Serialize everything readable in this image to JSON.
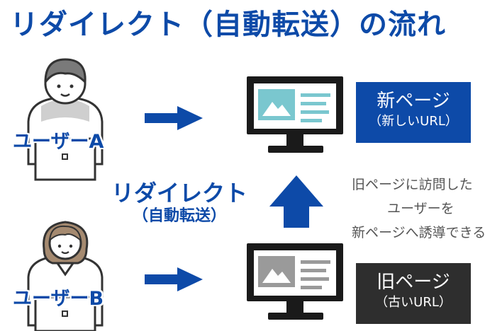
{
  "title": "リダイレクト（自動転送）の流れ",
  "users": [
    {
      "label": "ユーザーA"
    },
    {
      "label": "ユーザーB"
    }
  ],
  "redirect": {
    "main": "リダイレクト",
    "sub": "（自動転送）"
  },
  "new_page": {
    "main": "新ページ",
    "sub": "（新しいURL）"
  },
  "old_page": {
    "main": "旧ページ",
    "sub": "（古いURL）"
  },
  "note": {
    "lines": [
      "旧ページに訪問した",
      "ユーザーを",
      "新ページへ誘導できる"
    ]
  },
  "colors": {
    "accent": "#0d4aa8",
    "old_page_bg": "#2e2e2e",
    "screen_teal": "#7ac7cf",
    "screen_gray": "#9a9a9a"
  }
}
